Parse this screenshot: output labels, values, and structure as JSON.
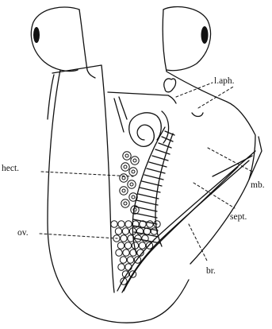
{
  "figure": {
    "labels": {
      "l_aph": "l.aph.",
      "hect": "hect.",
      "mb": "mb.",
      "sept": "sept.",
      "ov": "ov.",
      "br": "br."
    },
    "colors": {
      "ink": "#111111",
      "background": "#ffffff"
    }
  }
}
